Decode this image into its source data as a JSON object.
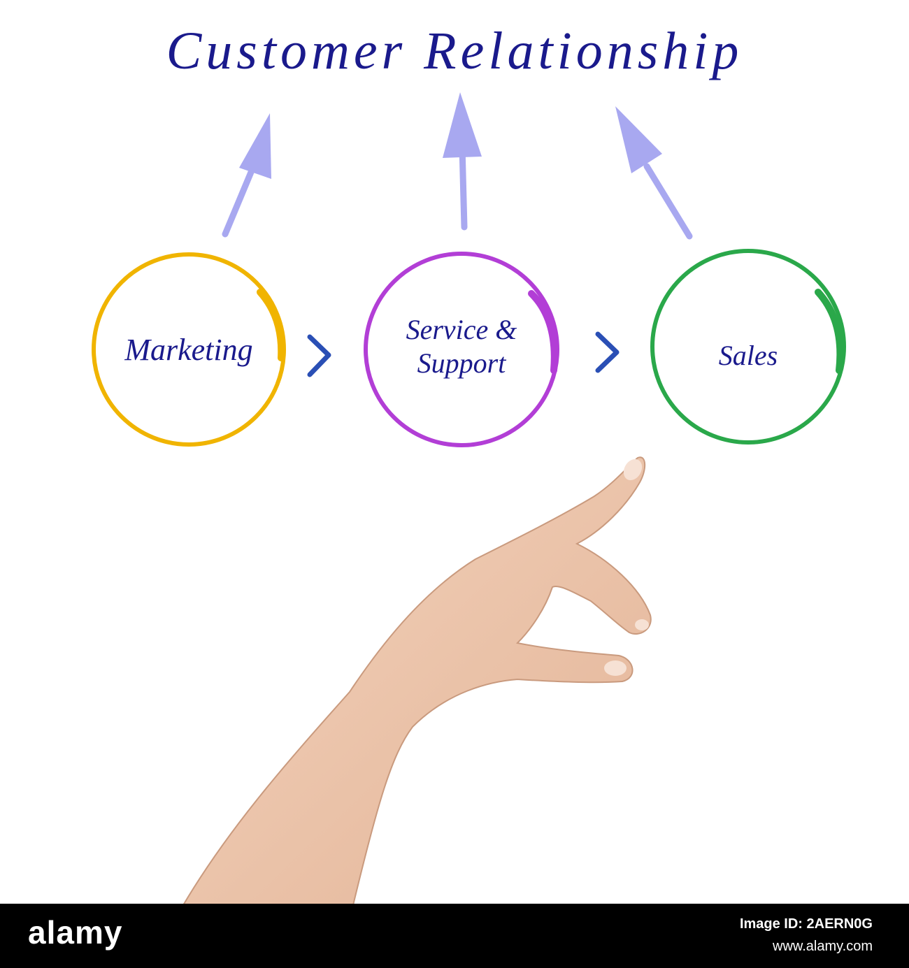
{
  "diagram": {
    "title": "Customer Relationship",
    "nodes": [
      {
        "label": "Marketing",
        "color": "#f0b400"
      },
      {
        "label": "Service & Support",
        "color": "#b23ed6"
      },
      {
        "label": "Sales",
        "color": "#2aa84a"
      }
    ],
    "arrow_color": "#a8a8f0",
    "chevron_color": "#2a4fb5",
    "text_color": "#1a1a8c"
  },
  "footer": {
    "brand": "alamy",
    "image_id": "Image ID: 2AERN0G",
    "site": "www.alamy.com"
  }
}
